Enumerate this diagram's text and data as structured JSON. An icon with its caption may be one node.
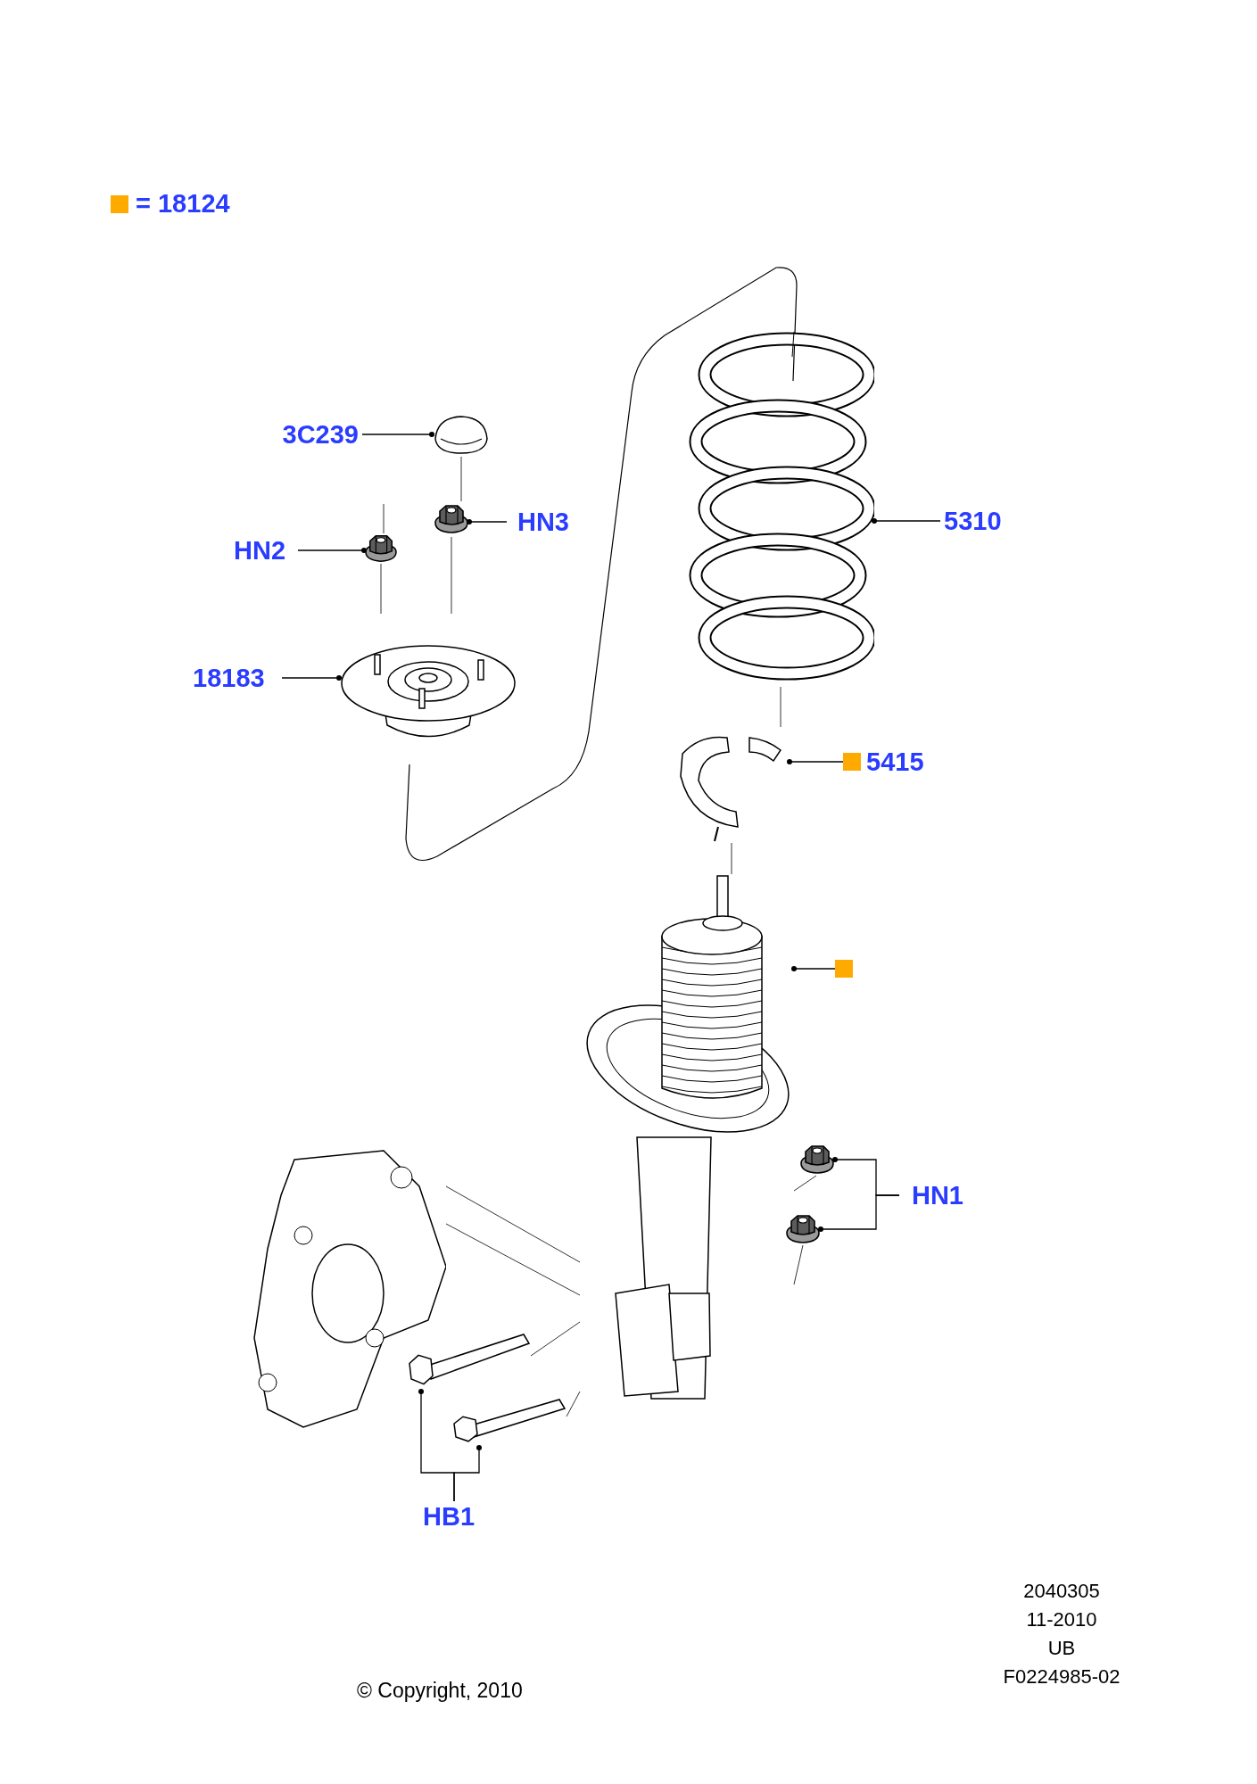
{
  "diagram": {
    "nodes": [
      {
        "text": [
          "3C239"
        ]
      },
      {
        "text": [],
        "shape": "picture"
      },
      {
        "text": [
          "HN3"
        ]
      },
      {
        "text": [],
        "shape": "nut"
      },
      {
        "text": [
          "HN2"
        ]
      },
      {
        "text": [],
        "shape": "nut"
      },
      {
        "text": [
          "18183"
        ]
      },
      {
        "text": [],
        "shape": "picture"
      },
      {
        "text": [
          "5310"
        ]
      },
      {
        "text": [],
        "shape": "picture"
      },
      {
        "text": [
          "5415"
        ]
      },
      {
        "text": [],
        "shape": "picture"
      },
      {
        "text": [],
        "shape": "box"
      },
      {
        "text": [],
        "shape": "picture"
      },
      {
        "text": [
          "HN1"
        ]
      },
      {
        "text": [],
        "shape": "nut"
      },
      {
        "text": [],
        "shape": "nut"
      },
      {
        "text": [
          "HB1"
        ]
      },
      {
        "text": [],
        "shape": "picture"
      },
      {
        "text": [],
        "shape": "picture"
      },
      {
        "text": [],
        "shape": "picture"
      }
    ],
    "edges": [
      {
        "from": 0,
        "to": 1,
        "arrow": "other"
      },
      {
        "from": 2,
        "to": 3,
        "arrow": "other"
      },
      {
        "from": 4,
        "to": 5,
        "arrow": "other"
      },
      {
        "from": 6,
        "to": 7,
        "arrow": "other"
      },
      {
        "from": 8,
        "to": 9,
        "arrow": "other"
      },
      {
        "from": 10,
        "to": 11,
        "arrow": "other"
      },
      {
        "from": 12,
        "to": 13,
        "arrow": "other"
      },
      {
        "from": 14,
        "to": 15,
        "arrow": "other"
      },
      {
        "from": 14,
        "to": 16,
        "arrow": "other"
      },
      {
        "from": 17,
        "to": 18,
        "arrow": "other"
      },
      {
        "from": 17,
        "to": 19,
        "arrow": "other"
      },
      {
        "from": 1,
        "to": 3,
        "arrow": "none"
      },
      {
        "from": 3,
        "to": 7,
        "arrow": "none"
      },
      {
        "from": null,
        "to": 5,
        "arrow": "none"
      },
      {
        "from": 5,
        "to": 7,
        "arrow": "none"
      },
      {
        "from": 9,
        "to": 11,
        "arrow": "none"
      },
      {
        "from": 11,
        "to": 13,
        "arrow": "none"
      },
      {
        "from": 20,
        "to": 13,
        "arrow": "none"
      },
      {
        "from": 20,
        "to": 13,
        "arrow": "none"
      },
      {
        "from": 18,
        "to": 13,
        "arrow": "none"
      },
      {
        "from": 19,
        "to": 13,
        "arrow": "none"
      },
      {
        "from": 13,
        "to": 15,
        "arrow": "none"
      },
      {
        "from": 13,
        "to": 16,
        "arrow": "none"
      }
    ],
    "labels": [
      "2040305",
      "11-2010",
      "UB",
      "F0224985-02",
      "© Copyright, 2010"
    ],
    "legend": [
      {
        "text": "= 18124",
        "color": "#ffaa00"
      }
    ]
  }
}
